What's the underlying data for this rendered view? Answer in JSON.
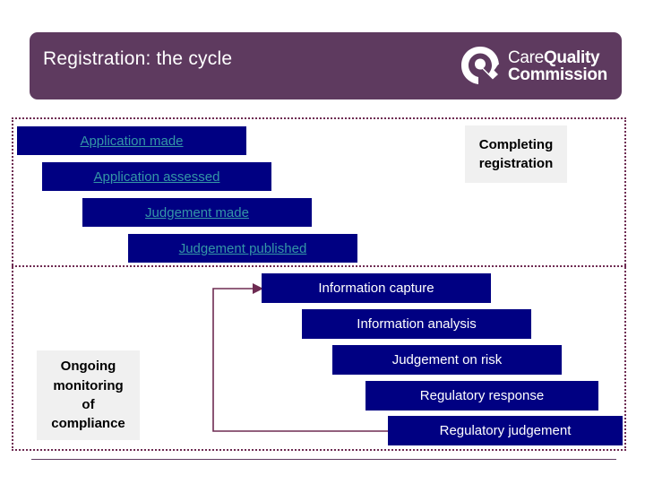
{
  "header": {
    "title": "Registration: the cycle",
    "background_color": "#5E3A5F",
    "logo": {
      "icon_name": "cqc-q-logo",
      "line1_strong": "Care",
      "line1_bold": "Quality",
      "line2": "Commission"
    }
  },
  "diagram": {
    "frame_border_color": "#6E2B52",
    "box_color": "#000082",
    "link_text_color": "#3497A6",
    "grey_box_color": "#F0F0F0",
    "arrow_color": "#6E2B52",
    "top_section": {
      "label": "Completing registration",
      "label_lines": [
        "Completing",
        "registration"
      ],
      "steps": [
        {
          "text": "Application made"
        },
        {
          "text": "Application assessed"
        },
        {
          "text": "Judgement made"
        },
        {
          "text": "Judgement published"
        }
      ]
    },
    "bottom_section": {
      "label": "Ongoing monitoring of compliance",
      "label_lines": [
        "Ongoing",
        "monitoring",
        "of",
        "compliance"
      ],
      "steps": [
        {
          "text": "Information capture"
        },
        {
          "text": "Information analysis"
        },
        {
          "text": "Judgement on risk"
        },
        {
          "text": "Regulatory response"
        },
        {
          "text": "Regulatory judgement"
        }
      ]
    }
  }
}
